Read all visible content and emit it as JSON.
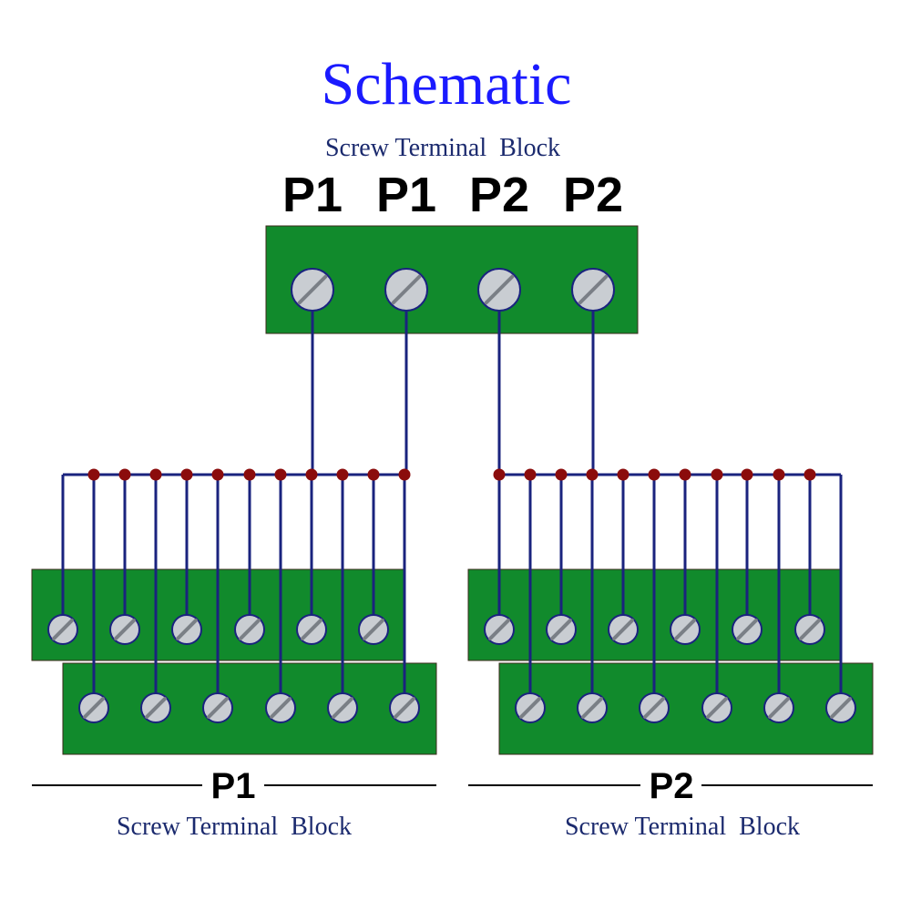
{
  "title": "Schematic",
  "top_block": {
    "caption": "Screw Terminal  Block",
    "pins": [
      "P1",
      "P1",
      "P2",
      "P2"
    ]
  },
  "groups": [
    {
      "label": "P1",
      "caption": "Screw Terminal  Block"
    },
    {
      "label": "P2",
      "caption": "Screw Terminal  Block"
    }
  ],
  "colors": {
    "title": "#1a1aff",
    "caption": "#1b2a6e",
    "board": "#118a2c",
    "wire": "#1a237e",
    "node": "#8b0c0c",
    "screw": "#c9cdd2"
  },
  "icons": [
    "screw-terminal-icon",
    "junction-node-icon"
  ]
}
